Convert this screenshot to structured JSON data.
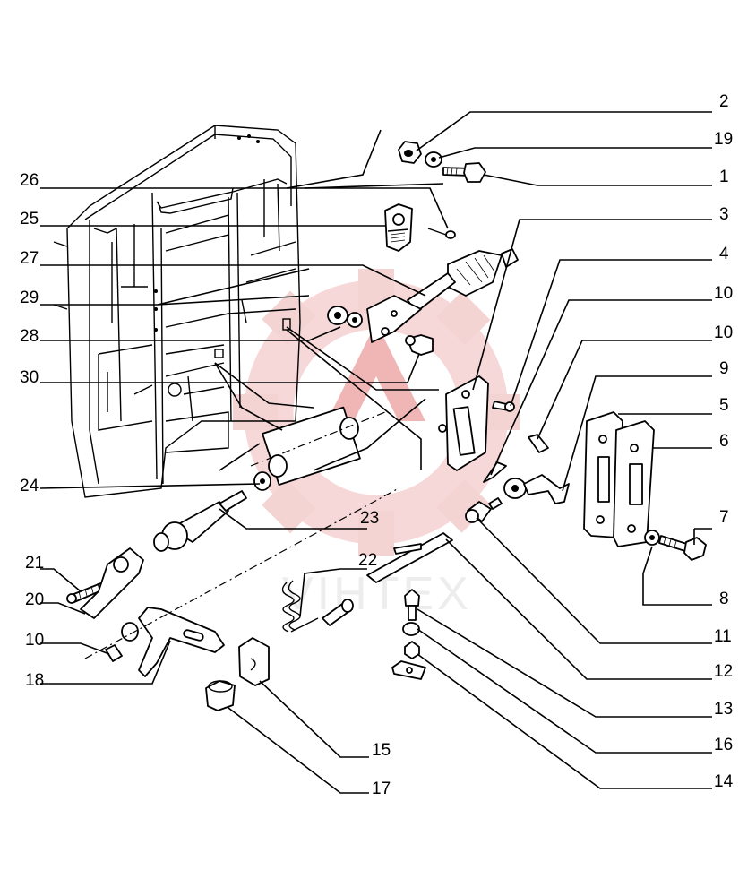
{
  "watermark": {
    "text": "VIHTEX",
    "color": "#e8b0b0"
  },
  "callouts": [
    {
      "id": "c2",
      "text": "2"
    },
    {
      "id": "c19",
      "text": "19"
    },
    {
      "id": "c1",
      "text": "1"
    },
    {
      "id": "c26",
      "text": "26"
    },
    {
      "id": "c25",
      "text": "25"
    },
    {
      "id": "c3",
      "text": "3"
    },
    {
      "id": "c4",
      "text": "4"
    },
    {
      "id": "c27",
      "text": "27"
    },
    {
      "id": "c10a",
      "text": "10"
    },
    {
      "id": "c29",
      "text": "29"
    },
    {
      "id": "c28",
      "text": "28"
    },
    {
      "id": "c10b",
      "text": "10"
    },
    {
      "id": "c9",
      "text": "9"
    },
    {
      "id": "c30",
      "text": "30"
    },
    {
      "id": "c5",
      "text": "5"
    },
    {
      "id": "c6",
      "text": "6"
    },
    {
      "id": "c24",
      "text": "24"
    },
    {
      "id": "c23",
      "text": "23"
    },
    {
      "id": "c7",
      "text": "7"
    },
    {
      "id": "c21",
      "text": "21"
    },
    {
      "id": "c22",
      "text": "22"
    },
    {
      "id": "c8",
      "text": "8"
    },
    {
      "id": "c20",
      "text": "20"
    },
    {
      "id": "c10c",
      "text": "10"
    },
    {
      "id": "c11",
      "text": "11"
    },
    {
      "id": "c18",
      "text": "18"
    },
    {
      "id": "c12",
      "text": "12"
    },
    {
      "id": "c13",
      "text": "13"
    },
    {
      "id": "c16",
      "text": "16"
    },
    {
      "id": "c15",
      "text": "15"
    },
    {
      "id": "c17",
      "text": "17"
    },
    {
      "id": "c14",
      "text": "14"
    }
  ]
}
